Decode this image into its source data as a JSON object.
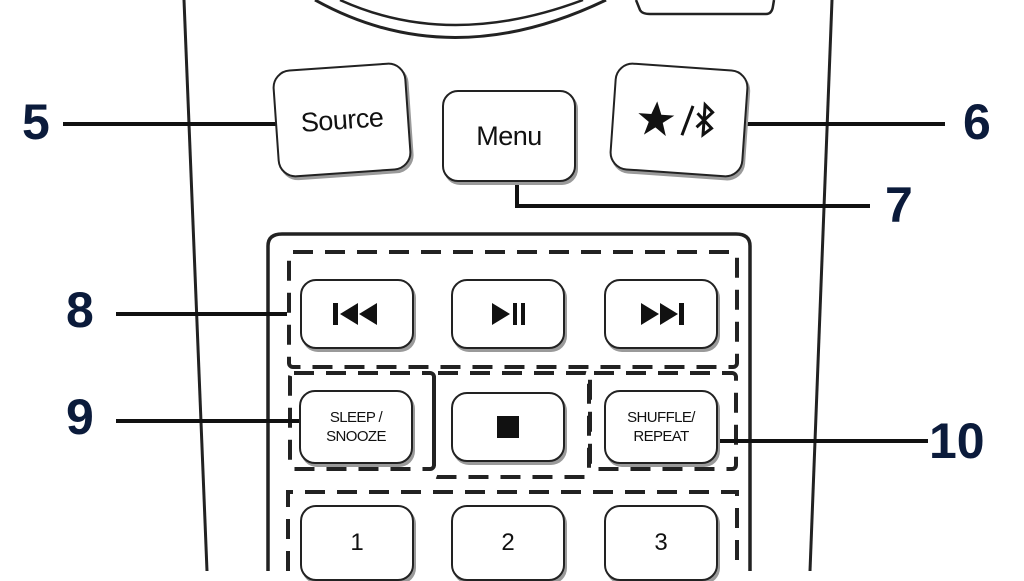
{
  "buttons": {
    "source": "Source",
    "menu": "Menu",
    "favorite_bluetooth_icon": "star-bluetooth",
    "previous_icon": "skip-previous",
    "play_pause_icon": "play-pause",
    "next_icon": "skip-next",
    "sleep_snooze": [
      "SLEEP /",
      "SNOOZE"
    ],
    "stop_icon": "stop",
    "shuffle_repeat": [
      "SHUFFLE/",
      "REPEAT"
    ],
    "keypad": [
      "1",
      "2",
      "3"
    ]
  },
  "callouts": {
    "source": "5",
    "favorite_bluetooth": "6",
    "menu": "7",
    "playback": "8",
    "sleep_snooze": "9",
    "shuffle_repeat": "10"
  },
  "colors": {
    "outline": "#222222",
    "callout_number": "#0b1b3b",
    "button_shadow": "#9a9a9a"
  }
}
